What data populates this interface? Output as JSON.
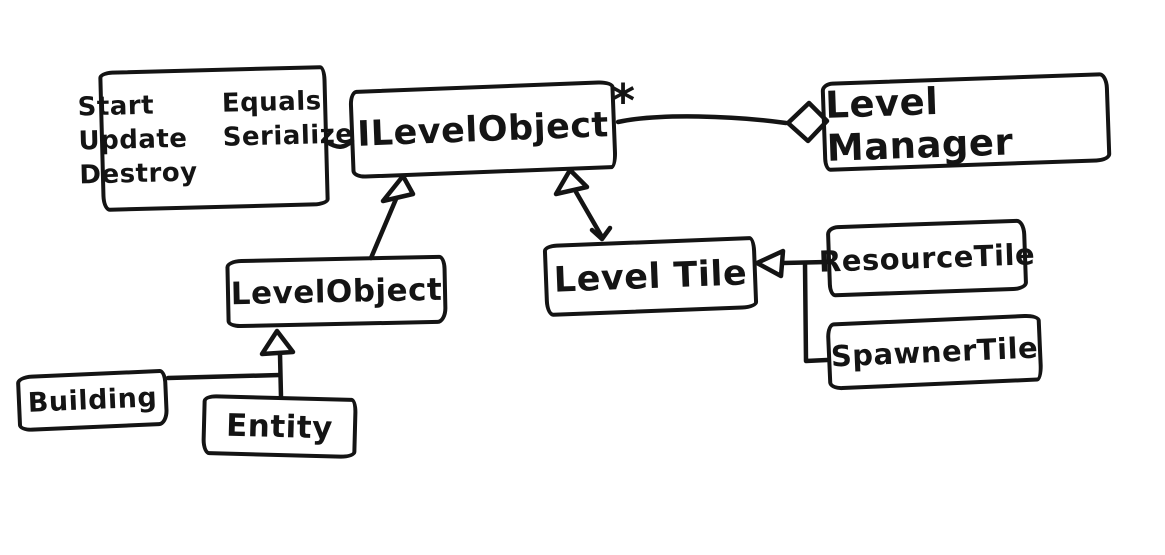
{
  "canvas": {
    "background": "#ffffff",
    "ink": "#141414"
  },
  "nodes": {
    "interface_note": {
      "rows": [
        [
          "Start",
          "Equals"
        ],
        [
          "Update",
          "Serialize"
        ],
        [
          "Destroy",
          ""
        ]
      ]
    },
    "ilevel_object": {
      "label": "ILevelObject",
      "multiplicity": "*"
    },
    "level_manager": {
      "label": "Level Manager"
    },
    "level_object": {
      "label": "LevelObject"
    },
    "level_tile": {
      "label": "Level Tile"
    },
    "resource_tile": {
      "label": "ResourceTile"
    },
    "spawner_tile": {
      "label": "SpawnerTile"
    },
    "building": {
      "label": "Building"
    },
    "entity": {
      "label": "Entity"
    }
  },
  "relations": [
    {
      "from": "ILevelObject",
      "to": "LevelManager",
      "type": "aggregation",
      "multiplicity": "*"
    },
    {
      "from": "LevelObject",
      "to": "ILevelObject",
      "type": "inheritance"
    },
    {
      "from": "LevelTile",
      "to": "ILevelObject",
      "type": "inheritance"
    },
    {
      "from": "ResourceTile",
      "to": "LevelTile",
      "type": "inheritance"
    },
    {
      "from": "SpawnerTile",
      "to": "LevelTile",
      "type": "inheritance"
    },
    {
      "from": "Entity",
      "to": "LevelObject",
      "type": "inheritance"
    },
    {
      "from": "Building",
      "to": "LevelObject",
      "type": "inheritance"
    },
    {
      "from": "interface-note",
      "to": "ILevelObject",
      "type": "note-attachment"
    }
  ]
}
